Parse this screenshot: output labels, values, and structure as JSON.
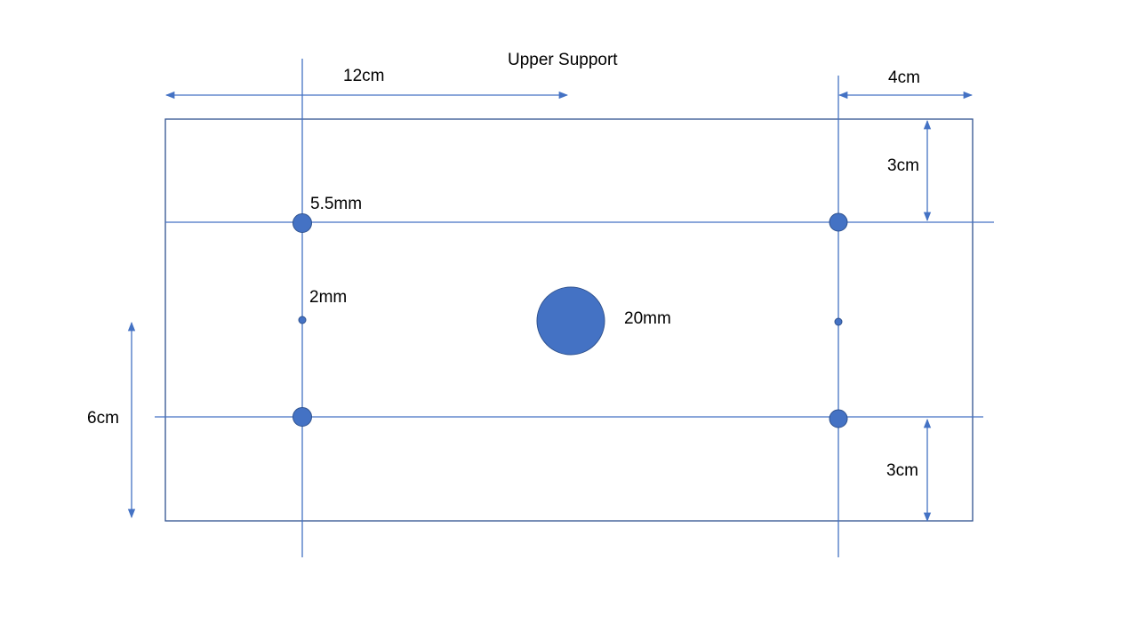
{
  "title": "Upper Support",
  "colors": {
    "line": "#4472C4",
    "hole_fill": "#4472C4",
    "hole_stroke": "#2F528F",
    "text": "#000000"
  },
  "labels": {
    "dim_12cm": "12cm",
    "dim_4cm": "4cm",
    "dim_3cm_top": "3cm",
    "dim_3cm_bottom": "3cm",
    "dim_6cm": "6cm",
    "hole_5_5mm": "5.5mm",
    "hole_2mm": "2mm",
    "hole_20mm": "20mm"
  },
  "holes": [
    {
      "name": "hole-top-left",
      "diameter": "5.5mm"
    },
    {
      "name": "hole-top-right",
      "diameter": "5.5mm"
    },
    {
      "name": "hole-bottom-left",
      "diameter": "5.5mm"
    },
    {
      "name": "hole-bottom-right",
      "diameter": "5.5mm"
    },
    {
      "name": "hole-mid-left",
      "diameter": "2mm"
    },
    {
      "name": "hole-mid-right",
      "diameter": "2mm"
    },
    {
      "name": "hole-center",
      "diameter": "20mm"
    }
  ]
}
